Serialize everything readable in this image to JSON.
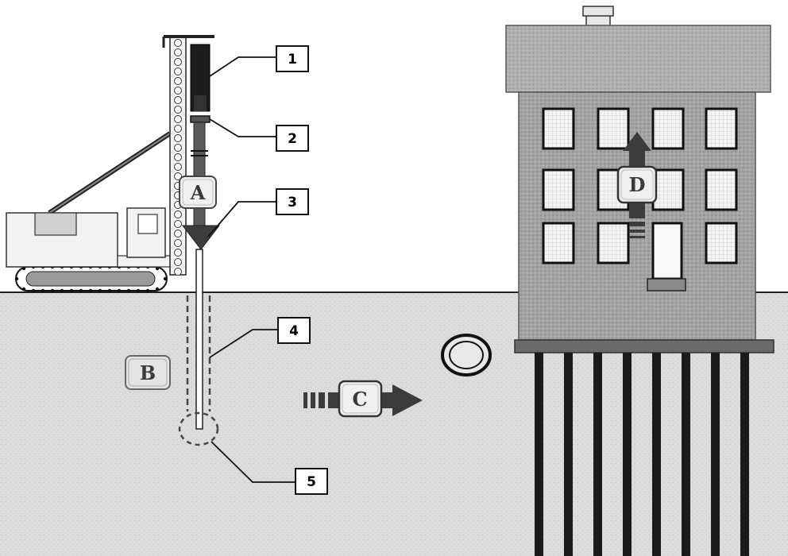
{
  "callouts": {
    "c1": "1",
    "c2": "2",
    "c3": "3",
    "c4": "4",
    "c5": "5"
  },
  "zones": {
    "a": "A",
    "b": "B",
    "c": "C",
    "d": "D"
  },
  "colors": {
    "sky": "#ffffff",
    "ground": "#dcdcdc",
    "building": "#9e9e9e",
    "window": "#f4f4f4",
    "pile": "#1a1a1a",
    "arrow": "#3c3c3c"
  }
}
